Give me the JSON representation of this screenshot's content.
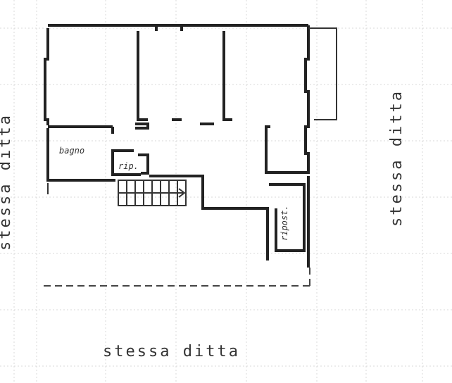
{
  "labels": {
    "room_bagno": "bagno",
    "room_rip": "rip.",
    "room_ripost": "ripost.",
    "side_bottom": "stessa  ditta",
    "side_right": "stessa  ditta",
    "side_left": "stessa  ditta"
  }
}
